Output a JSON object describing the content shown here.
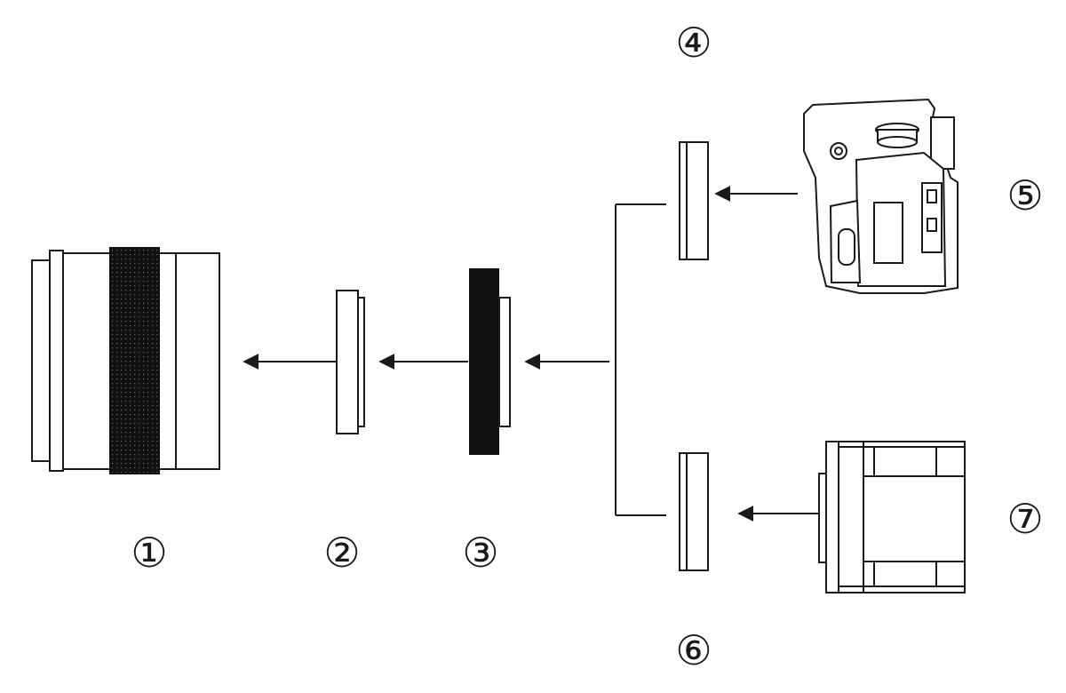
{
  "labels": {
    "l1": "①",
    "l2": "②",
    "l3": "③",
    "l4": "④",
    "l5": "⑤",
    "l6": "⑥",
    "l7": "⑦"
  },
  "colors": {
    "ink": "#1a1a1a",
    "background": "#ffffff"
  },
  "icons": {
    "lens": "lens-barrel-icon",
    "camera": "dslr-camera-icon",
    "cine_camera": "box-camera-icon"
  }
}
